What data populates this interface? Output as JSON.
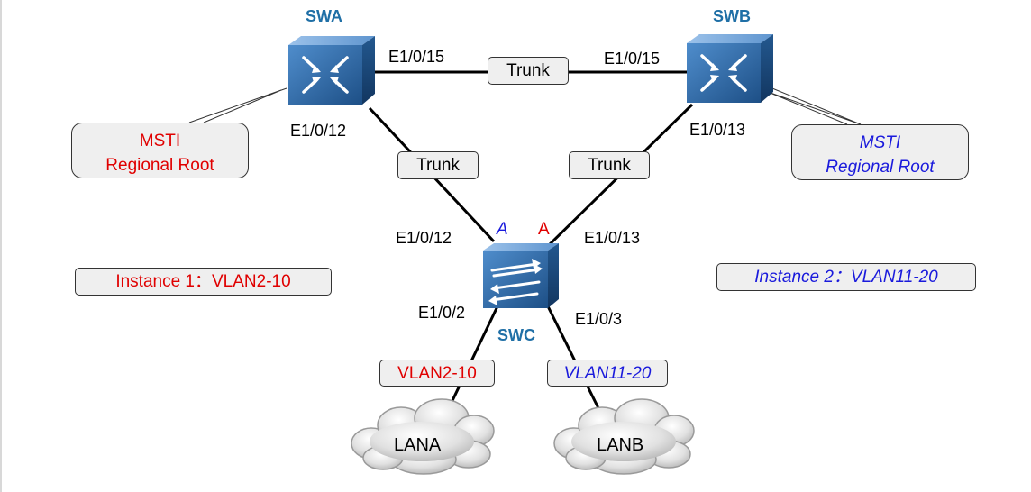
{
  "devices": {
    "swa": "SWA",
    "swb": "SWB",
    "swc": "SWC"
  },
  "ports": {
    "swa_to_swb": "E1/0/15",
    "swb_to_swa": "E1/0/15",
    "swa_to_swc": "E1/0/12",
    "swb_to_swc": "E1/0/13",
    "swc_to_swa": "E1/0/12",
    "swc_to_swb": "E1/0/13",
    "swc_to_lana": "E1/0/2",
    "swc_to_lanb": "E1/0/3"
  },
  "links": {
    "top": "Trunk",
    "left": "Trunk",
    "right": "Trunk"
  },
  "markers": {
    "left": "A",
    "right": "A"
  },
  "roots": {
    "left": {
      "line1": "MSTI",
      "line2": "Regional Root"
    },
    "right": {
      "line1": "MSTI",
      "line2": "Regional Root"
    }
  },
  "instances": {
    "one": "Instance 1：VLAN2-10",
    "two": "Instance 2：VLAN11-20"
  },
  "vlans": {
    "left": "VLAN2-10",
    "right": "VLAN11-20"
  },
  "lans": {
    "a": "LANA",
    "b": "LANB"
  },
  "colors": {
    "instance1": "#e00000",
    "instance2": "#1a1adc",
    "device_label": "#1f6fa6",
    "switch_body": "#2e6aa8"
  }
}
